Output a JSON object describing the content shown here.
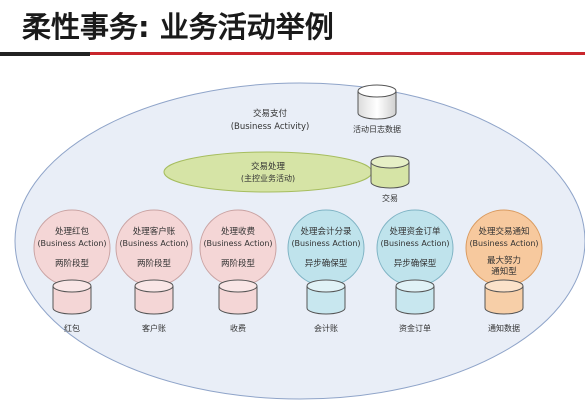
{
  "title": "柔性事务: 业务活动举例",
  "colors": {
    "outer_fill": "#e9eef7",
    "outer_stroke": "#8fa4c9",
    "main_fill": "#d6e4a6",
    "main_stroke": "#a6bd5f",
    "pink_fill": "#f4d6d6",
    "pink_stroke": "#c9a3a3",
    "blue_fill": "#bfe3ec",
    "blue_stroke": "#7fb3c4",
    "orange_fill": "#f7c99e",
    "orange_stroke": "#d99a5f",
    "title_rule_red": "#c9262c"
  },
  "activity": {
    "name": "交易支付",
    "type": "(Business Activity)",
    "log_db": "活动日志数据"
  },
  "main_service": {
    "name": "交易处理",
    "type": "(主控业务活动)",
    "db": "交易"
  },
  "actions": [
    {
      "name": "处理红包",
      "type": "(Business Action)",
      "mode": "两阶段型",
      "db": "红包",
      "color": "pink"
    },
    {
      "name": "处理客户账",
      "type": "(Business Action)",
      "mode": "两阶段型",
      "db": "客户账",
      "color": "pink"
    },
    {
      "name": "处理收费",
      "type": "(Business Action)",
      "mode": "两阶段型",
      "db": "收费",
      "color": "pink"
    },
    {
      "name": "处理会计分录",
      "type": "(Business Action)",
      "mode": "异步确保型",
      "db": "会计账",
      "color": "blue"
    },
    {
      "name": "处理资金订单",
      "type": "(Business Action)",
      "mode": "异步确保型",
      "db": "资金订单",
      "color": "blue"
    },
    {
      "name": "处理交易通知",
      "type": "(Business Action)",
      "mode": "最大努力\n通知型",
      "db": "通知数据",
      "color": "orange"
    }
  ]
}
